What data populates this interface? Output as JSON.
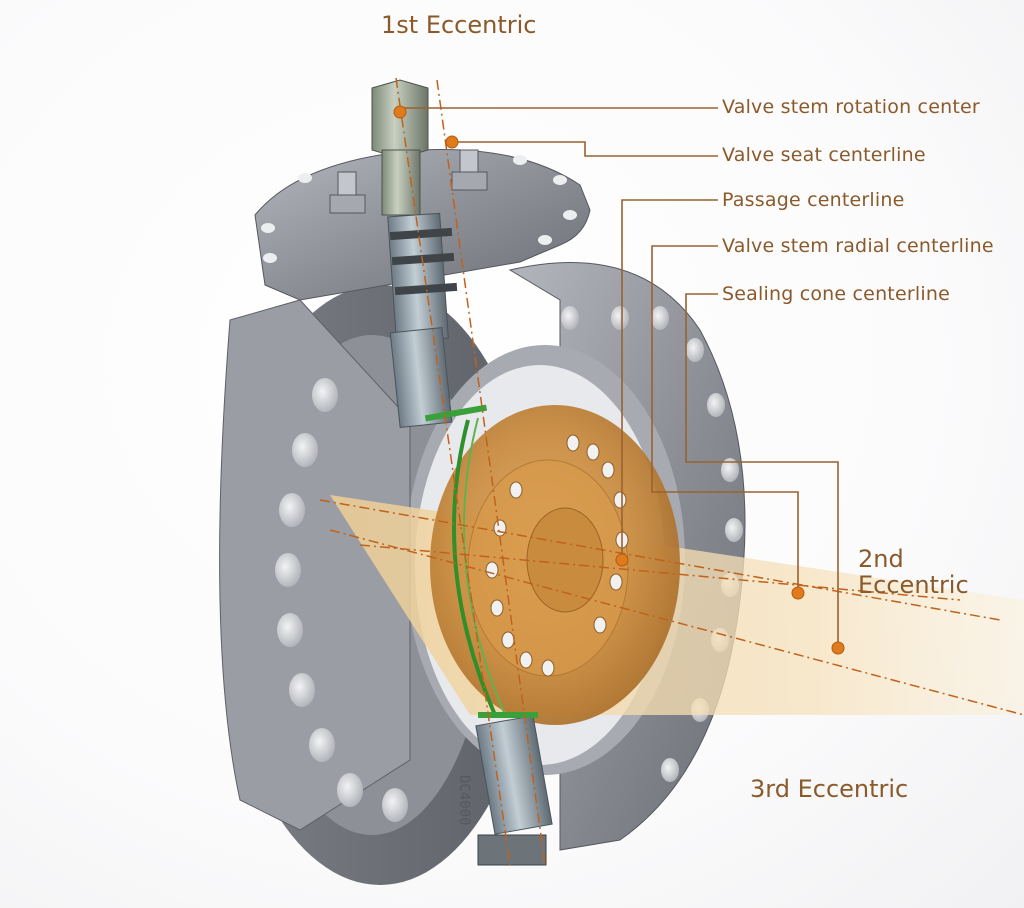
{
  "eccentrics": {
    "first": "1st Eccentric",
    "second": "2nd Eccentric",
    "third": "3rd Eccentric"
  },
  "callouts": [
    {
      "text": "Valve stem rotation center"
    },
    {
      "text": "Valve seat centerline"
    },
    {
      "text": "Passage centerline"
    },
    {
      "text": "Valve stem radial centerline"
    },
    {
      "text": "Sealing cone centerline"
    }
  ],
  "body_marking": "DC4000",
  "colors": {
    "label_brown": "#8a5a2b",
    "leader_brown": "#9a6230",
    "center_orange": "#e07b1d",
    "disc_bronze": "#c88a3e",
    "body_gray": "#8f9299",
    "seal_green": "#2f8f2a",
    "cone_beige": "#f3dcb0"
  },
  "icons": [
    "valve-body-drawing",
    "center-point-marker"
  ]
}
